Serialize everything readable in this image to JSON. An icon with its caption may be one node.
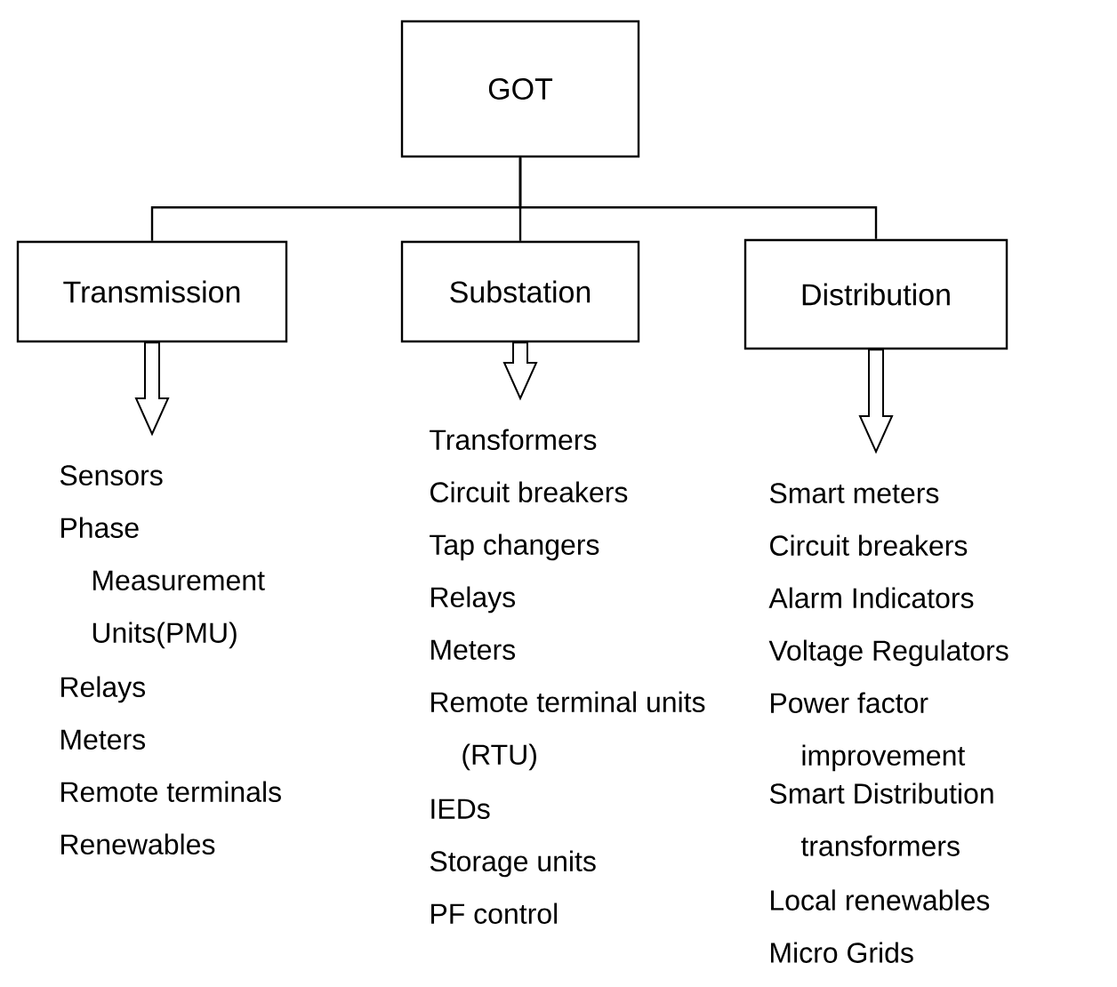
{
  "diagram": {
    "nodes": [
      {
        "text": [
          "GOT"
        ]
      },
      {
        "text": [
          "Transmission"
        ]
      },
      {
        "text": [
          "Substation"
        ]
      },
      {
        "text": [
          "Distribution"
        ]
      },
      {
        "text": [
          "Sensors",
          "Phase Measurement Units(PMU)",
          "Relays",
          "Meters",
          "Remote terminals",
          "Renewables"
        ]
      },
      {
        "text": [
          "Transformers",
          "Circuit breakers",
          "Tap changers",
          "Relays",
          "Meters",
          "Remote terminal units (RTU)",
          "IEDs",
          "Storage units",
          "PF control"
        ]
      },
      {
        "text": [
          "Smart meters",
          "Circuit breakers",
          "Alarm Indicators",
          "Voltage Regulators",
          "Power factor improvement",
          "Smart Distribution transformers",
          "Local renewables",
          "Micro Grids"
        ]
      }
    ],
    "edges": [
      {
        "from": 0,
        "to": 1,
        "arrow": "none"
      },
      {
        "from": 0,
        "to": 2,
        "arrow": "none"
      },
      {
        "from": 0,
        "to": 3,
        "arrow": "none"
      },
      {
        "from": 1,
        "to": 4,
        "arrow": "to"
      },
      {
        "from": 2,
        "to": 5,
        "arrow": "to"
      },
      {
        "from": 3,
        "to": 6,
        "arrow": "to"
      }
    ]
  }
}
